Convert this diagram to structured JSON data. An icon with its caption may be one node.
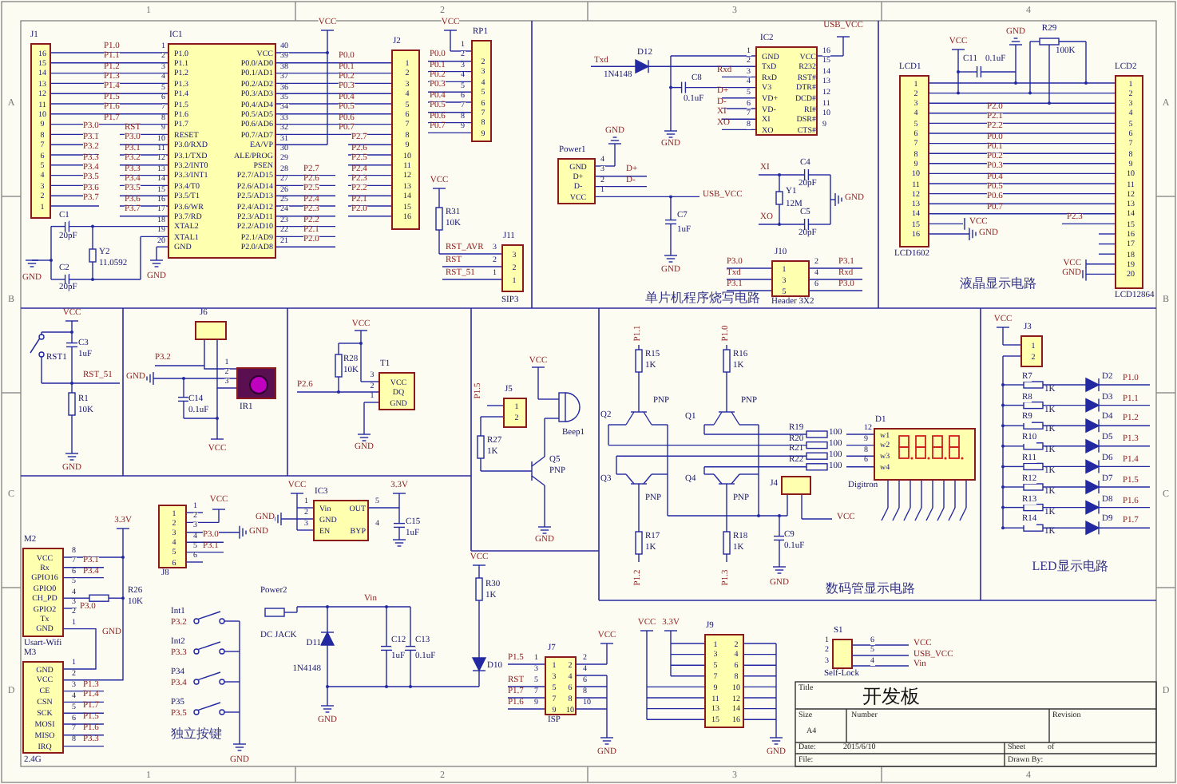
{
  "diagram": {
    "nodes": [
      {
        "text": [
          "J1",
          "16",
          "15",
          "14",
          "13",
          "12",
          "11",
          "10",
          "9",
          "8",
          "7",
          "6",
          "5",
          "4",
          "3",
          "2",
          "1"
        ]
      },
      {
        "text": [
          "IC1",
          "P1.0",
          "P1.1",
          "P1.2",
          "P1.3",
          "P1.4",
          "P1.5",
          "P1.6",
          "P1.7",
          "RESET",
          "P3.0/RXD",
          "P3.1/TXD",
          "P3.2/INT0",
          "P3.3/INT1",
          "P3.4/T0",
          "P3.5/T1",
          "P3.6/WR",
          "P3.7/RD",
          "XTAL2",
          "XTAL1",
          "GND",
          "VCC",
          "P0.0/AD0",
          "P0.1/AD1",
          "P0.2/AD2",
          "P0.3/AD3",
          "P0.4/AD4",
          "P0.5/AD5",
          "P0.6/AD6",
          "P0.7/AD7",
          "EA/VP",
          "ALE/PROG",
          "PSEN",
          "P2.7/AD15",
          "P2.6/AD14",
          "P2.5/AD13",
          "P2.4/AD12",
          "P2.3/AD11",
          "P2.2/AD10",
          "P2.1/AD9",
          "P2.0/AD8"
        ]
      },
      {
        "text": [
          "J2",
          "1",
          "2",
          "3",
          "4",
          "5",
          "6",
          "7",
          "8",
          "9",
          "10",
          "11",
          "12",
          "13",
          "14",
          "15",
          "16"
        ]
      },
      {
        "text": [
          "RP1",
          "2",
          "3",
          "4",
          "5",
          "6",
          "7",
          "8",
          "9"
        ]
      },
      {
        "text": [
          "J11",
          "3",
          "2",
          "1"
        ],
        "beside": [
          "SIP3"
        ]
      },
      {
        "text": [
          "IC2",
          "GND",
          "TxD",
          "RxD",
          "V3",
          "VD+",
          "VD-",
          "XI",
          "XO",
          "VCC",
          "R232",
          "RST#",
          "DTR#",
          "DCD#",
          "RI#",
          "DSR#",
          "CTS#"
        ]
      },
      {
        "text": [
          "Power1",
          "GND",
          "D+",
          "D-",
          "VCC"
        ]
      },
      {
        "text": [
          "J10",
          "1",
          "3",
          "5"
        ],
        "beside": [
          "Header 3X2"
        ]
      },
      {
        "text": [
          "LCD1",
          "1",
          "2",
          "3",
          "4",
          "5",
          "6",
          "7",
          "8",
          "9",
          "10",
          "11",
          "12",
          "13",
          "14",
          "15",
          "16"
        ],
        "beside": [
          "LCD1602"
        ]
      },
      {
        "text": [
          "LCD2",
          "1",
          "2",
          "3",
          "4",
          "5",
          "6",
          "7",
          "8",
          "9",
          "10",
          "11",
          "12",
          "13",
          "14",
          "15",
          "16",
          "17",
          "18",
          "19",
          "20"
        ],
        "beside": [
          "LCD12864"
        ]
      },
      {
        "text": [
          "J6"
        ]
      },
      {
        "text": [
          "IR1"
        ]
      },
      {
        "text": [
          "T1",
          "VCC",
          "DQ",
          "GND"
        ]
      },
      {
        "text": [
          "J5",
          "1",
          "2"
        ]
      },
      {
        "text": [
          "J4"
        ]
      },
      {
        "text": [
          "D1",
          "w1",
          "w2",
          "w3",
          "w4"
        ],
        "beside": [
          "Digitron"
        ]
      },
      {
        "text": [
          "J3",
          "1",
          "2"
        ]
      },
      {
        "text": [
          "J8",
          "1",
          "2",
          "3",
          "4",
          "5",
          "6"
        ]
      },
      {
        "text": [
          "IC3",
          "Vin",
          "GND",
          "EN",
          "OUT",
          "BYP"
        ]
      },
      {
        "text": [
          "M2",
          "VCC",
          "Rx",
          "GPIO16",
          "GPIO0",
          "CH_PD",
          "GPIO2",
          "Tx",
          "GND"
        ],
        "beside": [
          "Usart-Wifi"
        ]
      },
      {
        "text": [
          "M3",
          "GND",
          "VCC",
          "CE",
          "CSN",
          "SCK",
          "MOSI",
          "MISO",
          "IRQ"
        ],
        "beside": [
          "2.4G"
        ]
      },
      {
        "text": [
          "J7",
          "1",
          "2",
          "3",
          "4",
          "5",
          "6",
          "7",
          "8",
          "9",
          "10"
        ],
        "beside": [
          "ISP"
        ]
      },
      {
        "text": [
          "J9",
          "1",
          "2",
          "3",
          "4",
          "5",
          "6",
          "7",
          "8",
          "9",
          "10",
          "11",
          "12",
          "13",
          "14",
          "15",
          "16"
        ]
      },
      {
        "text": [
          "S1"
        ],
        "beside": [
          "Self-Lock"
        ]
      }
    ],
    "edges": [
      {
        "from": 0,
        "to": 1,
        "arrow": "none",
        "label": "P1.0"
      },
      {
        "from": 0,
        "to": 1,
        "arrow": "none",
        "label": "P1.1"
      },
      {
        "from": 0,
        "to": 1,
        "arrow": "none",
        "label": "P1.2"
      },
      {
        "from": 0,
        "to": 1,
        "arrow": "none",
        "label": "P1.3"
      },
      {
        "from": 0,
        "to": 1,
        "arrow": "none",
        "label": "P1.4"
      },
      {
        "from": 0,
        "to": 1,
        "arrow": "none",
        "label": "P1.5"
      },
      {
        "from": 0,
        "to": 1,
        "arrow": "none",
        "label": "P1.6"
      },
      {
        "from": 0,
        "to": 1,
        "arrow": "none",
        "label": "P1.7"
      },
      {
        "from": 1,
        "to": 2,
        "arrow": "none",
        "label": "P0.0"
      },
      {
        "from": 1,
        "to": 2,
        "arrow": "none",
        "label": "P0.1"
      },
      {
        "from": 1,
        "to": 2,
        "arrow": "none",
        "label": "P0.2"
      },
      {
        "from": 1,
        "to": 2,
        "arrow": "none",
        "label": "P0.3"
      },
      {
        "from": 1,
        "to": 2,
        "arrow": "none",
        "label": "P0.4"
      },
      {
        "from": 1,
        "to": 2,
        "arrow": "none",
        "label": "P0.5"
      },
      {
        "from": 1,
        "to": 2,
        "arrow": "none",
        "label": "P0.6"
      },
      {
        "from": 1,
        "to": 2,
        "arrow": "none",
        "label": "P0.7"
      },
      {
        "from": 8,
        "to": 9,
        "arrow": "none"
      },
      {
        "from": 8,
        "to": 9,
        "arrow": "none"
      },
      {
        "from": 8,
        "to": 9,
        "arrow": "none"
      },
      {
        "from": 8,
        "to": 9,
        "arrow": "none",
        "label": "P2.0"
      },
      {
        "from": 8,
        "to": 9,
        "arrow": "none",
        "label": "P2.1"
      },
      {
        "from": 8,
        "to": 9,
        "arrow": "none",
        "label": "P2.2"
      },
      {
        "from": 8,
        "to": 9,
        "arrow": "none",
        "label": "P0.0"
      },
      {
        "from": 8,
        "to": 9,
        "arrow": "none",
        "label": "P0.1"
      },
      {
        "from": 8,
        "to": 9,
        "arrow": "none",
        "label": "P0.2"
      },
      {
        "from": 8,
        "to": 9,
        "arrow": "none",
        "label": "P0.3"
      },
      {
        "from": 8,
        "to": 9,
        "arrow": "none",
        "label": "P0.4"
      },
      {
        "from": 8,
        "to": 9,
        "arrow": "none",
        "label": "P0.5"
      },
      {
        "from": 8,
        "to": 9,
        "arrow": "none",
        "label": "P0.6"
      },
      {
        "from": 8,
        "to": 9,
        "arrow": "none",
        "label": "P0.7"
      },
      {
        "from": 19,
        "to": 20,
        "arrow": "none"
      },
      {
        "from": 19,
        "to": 20,
        "arrow": "none"
      },
      {
        "from": 10,
        "to": 11,
        "arrow": "none"
      },
      {
        "from": 10,
        "to": 11,
        "arrow": "none"
      }
    ],
    "labels": [
      "P3.0",
      "P3.1",
      "P3.2",
      "P3.3",
      "P3.4",
      "P3.5",
      "P3.6",
      "P3.7",
      "1",
      "2",
      "3",
      "4",
      "5",
      "6",
      "7",
      "8",
      "9",
      "10",
      "11",
      "12",
      "13",
      "14",
      "15",
      "16",
      "17",
      "18",
      "19",
      "20",
      "40",
      "39",
      "38",
      "37",
      "36",
      "35",
      "34",
      "33",
      "32",
      "31",
      "30",
      "29",
      "28",
      "27",
      "26",
      "25",
      "24",
      "23",
      "22",
      "21",
      "RST",
      "P3.0",
      "P3.1",
      "P3.2",
      "P3.3",
      "P3.4",
      "P3.5",
      "P3.6",
      "P3.7",
      "P2.7",
      "P2.6",
      "P2.5",
      "P2.4",
      "P2.3",
      "P2.2",
      "P2.1",
      "P2.0",
      "VCC",
      "P2.7",
      "P2.6",
      "P2.5",
      "P2.4",
      "P2.3",
      "P2.2",
      "P2.1",
      "P2.0",
      "C1",
      "20pF",
      "C2",
      "20pF",
      "Y2",
      "11.0592",
      "GND",
      "GND",
      "1",
      "2",
      "3",
      "4",
      "5",
      "6",
      "7",
      "8",
      "9",
      "VCC",
      "P0.0",
      "P0.1",
      "P0.2",
      "P0.3",
      "P0.4",
      "P0.5",
      "P0.6",
      "P0.7",
      "VCC",
      "R31",
      "10K",
      "RST_AVR",
      "RST",
      "RST_51",
      "3",
      "2",
      "1",
      "Txd",
      "D12",
      "1N4148",
      "1",
      "2",
      "3",
      "4",
      "5",
      "6",
      "7",
      "8",
      "16",
      "15",
      "14",
      "13",
      "12",
      "11",
      "10",
      "9",
      "Rxd",
      "D+",
      "D-",
      "XI",
      "XO",
      "C8",
      "0.1uF",
      "GND",
      "USB_VCC",
      "4",
      "3",
      "2",
      "1",
      "GND",
      "D+",
      "D-",
      "USB_VCC",
      "C7",
      "1uF",
      "GND",
      "XI",
      "XO",
      "C4",
      "20pF",
      "Y1",
      "12M",
      "C5",
      "20pF",
      "GND",
      "P3.0",
      "Txd",
      "P3.1",
      "2",
      "4",
      "6",
      "P3.1",
      "Rxd",
      "P3.0",
      "单片机程序烧写电路",
      "VCC",
      "GND",
      "R29",
      "100K",
      "C11",
      "0.1uF",
      "VCC",
      "GND",
      "P2.3",
      "VCC",
      "GND",
      "液晶显示电路",
      "VCC",
      "RST1",
      "C3",
      "1uF",
      "RST_51",
      "R1",
      "10K",
      "GND",
      "P3.2",
      "GND",
      "1",
      "2",
      "3",
      "C14",
      "0.1uF",
      "VCC",
      "VCC",
      "R28",
      "10K",
      "3",
      "2",
      "1",
      "P2.6",
      "GND",
      "P1.5",
      "VCC",
      "Beep1",
      "R27",
      "1K",
      "Q5",
      "PNP",
      "GND",
      "P1.1",
      "P1.0",
      "R15",
      "1K",
      "R16",
      "1K",
      "PNP",
      "PNP",
      "Q2",
      "Q1",
      "Q3",
      "Q4",
      "PNP",
      "PNP",
      "R17",
      "1K",
      "R18",
      "1K",
      "P1.2",
      "P1.3",
      "C9",
      "0.1uF",
      "GND",
      "VCC",
      "R19",
      "R20",
      "R21",
      "R22",
      "100",
      "100",
      "100",
      "100",
      "12",
      "9",
      "8",
      "6",
      "数码管显示电路",
      "VCC",
      "R7",
      "R8",
      "R9",
      "R10",
      "R11",
      "R12",
      "R13",
      "R14",
      "1K",
      "1K",
      "1K",
      "1K",
      "1K",
      "1K",
      "1K",
      "1K",
      "D2",
      "D3",
      "D4",
      "D5",
      "D6",
      "D7",
      "D8",
      "D9",
      "P1.0",
      "P1.1",
      "P1.2",
      "P1.3",
      "P1.4",
      "P1.5",
      "P1.6",
      "P1.7",
      "LED显示电路",
      "3.3V",
      "1",
      "2",
      "3",
      "4",
      "5",
      "6",
      "VCC",
      "P3.0",
      "P3.1",
      "GND",
      "VCC",
      "3.3V",
      "1",
      "2",
      "3",
      "5",
      "4",
      "C15",
      "1uF",
      "GND",
      "8",
      "7",
      "6",
      "5",
      "4",
      "3",
      "2",
      "1",
      "P3.1",
      "P3.4",
      "P3.0",
      "R26",
      "10K",
      "GND",
      "1",
      "2",
      "3",
      "4",
      "5",
      "6",
      "7",
      "8",
      "P1.3",
      "P1.4",
      "P1.7",
      "P1.5",
      "P1.6",
      "P3.3",
      "Int1",
      "P3.2",
      "Int2",
      "P3.3",
      "P34",
      "P3.4",
      "P35",
      "P3.5",
      "独立按键",
      "GND",
      "Power2",
      "DC JACK",
      "D11",
      "1N4148",
      "Vin",
      "C12",
      "1uF",
      "C13",
      "0.1uF",
      "VCC",
      "R30",
      "1K",
      "D10",
      "GND",
      "P1.5",
      "1",
      "3",
      "5",
      "7",
      "9",
      "2",
      "4",
      "6",
      "8",
      "10",
      "RST",
      "P1.7",
      "P1.6",
      "VCC",
      "GND",
      "VCC",
      "3.3V",
      "GND",
      "1",
      "2",
      "3",
      "6",
      "5",
      "4",
      "VCC",
      "USB_VCC",
      "Vin",
      "Title",
      "开发板",
      "Size",
      "A4",
      "Number",
      "Revision",
      "Date:",
      "2015/6/10",
      "Sheet",
      "of",
      "File:",
      "Drawn By:",
      "1",
      "2",
      "3",
      "4",
      "1",
      "2",
      "3",
      "4",
      "A",
      "B",
      "C",
      "D",
      "A",
      "B",
      "C",
      "D"
    ]
  }
}
